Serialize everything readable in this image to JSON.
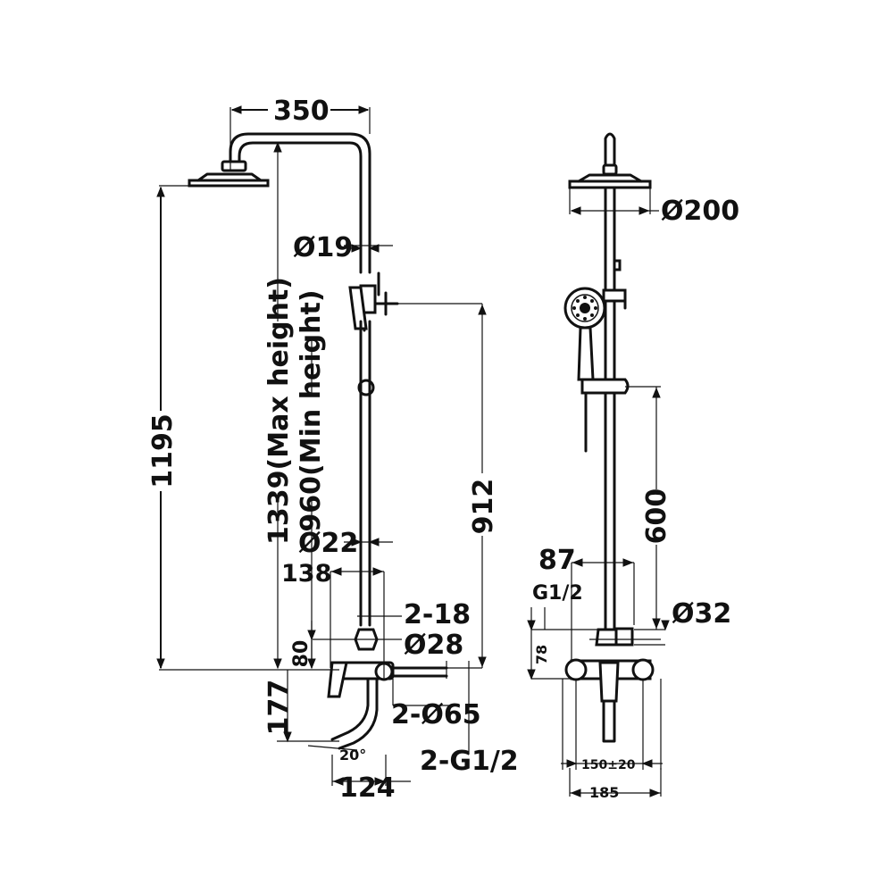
{
  "left_view": {
    "width_top": "350",
    "pipe_upper_dia": "Ø19",
    "total_height": "1195",
    "max_height": "1339(Max height)",
    "min_height": "960(Min height)",
    "outlet_height": "912",
    "pipe_lower_dia": "Ø22",
    "spout_reach": "138",
    "screws": "2-18",
    "mixer_dia": "Ø28",
    "mixer_offset": "80",
    "spout_drop": "177",
    "flanges": "2-Ø65",
    "inlets": "2-G1/2",
    "spout_angle": "20°",
    "depth": "124"
  },
  "right_view": {
    "head_dia": "Ø200",
    "slider_height": "600",
    "bracket_spacing": "87",
    "thread": "G1/2",
    "bar_dia": "Ø32",
    "mixer_height": "78",
    "centers": "150±20",
    "width": "185"
  }
}
